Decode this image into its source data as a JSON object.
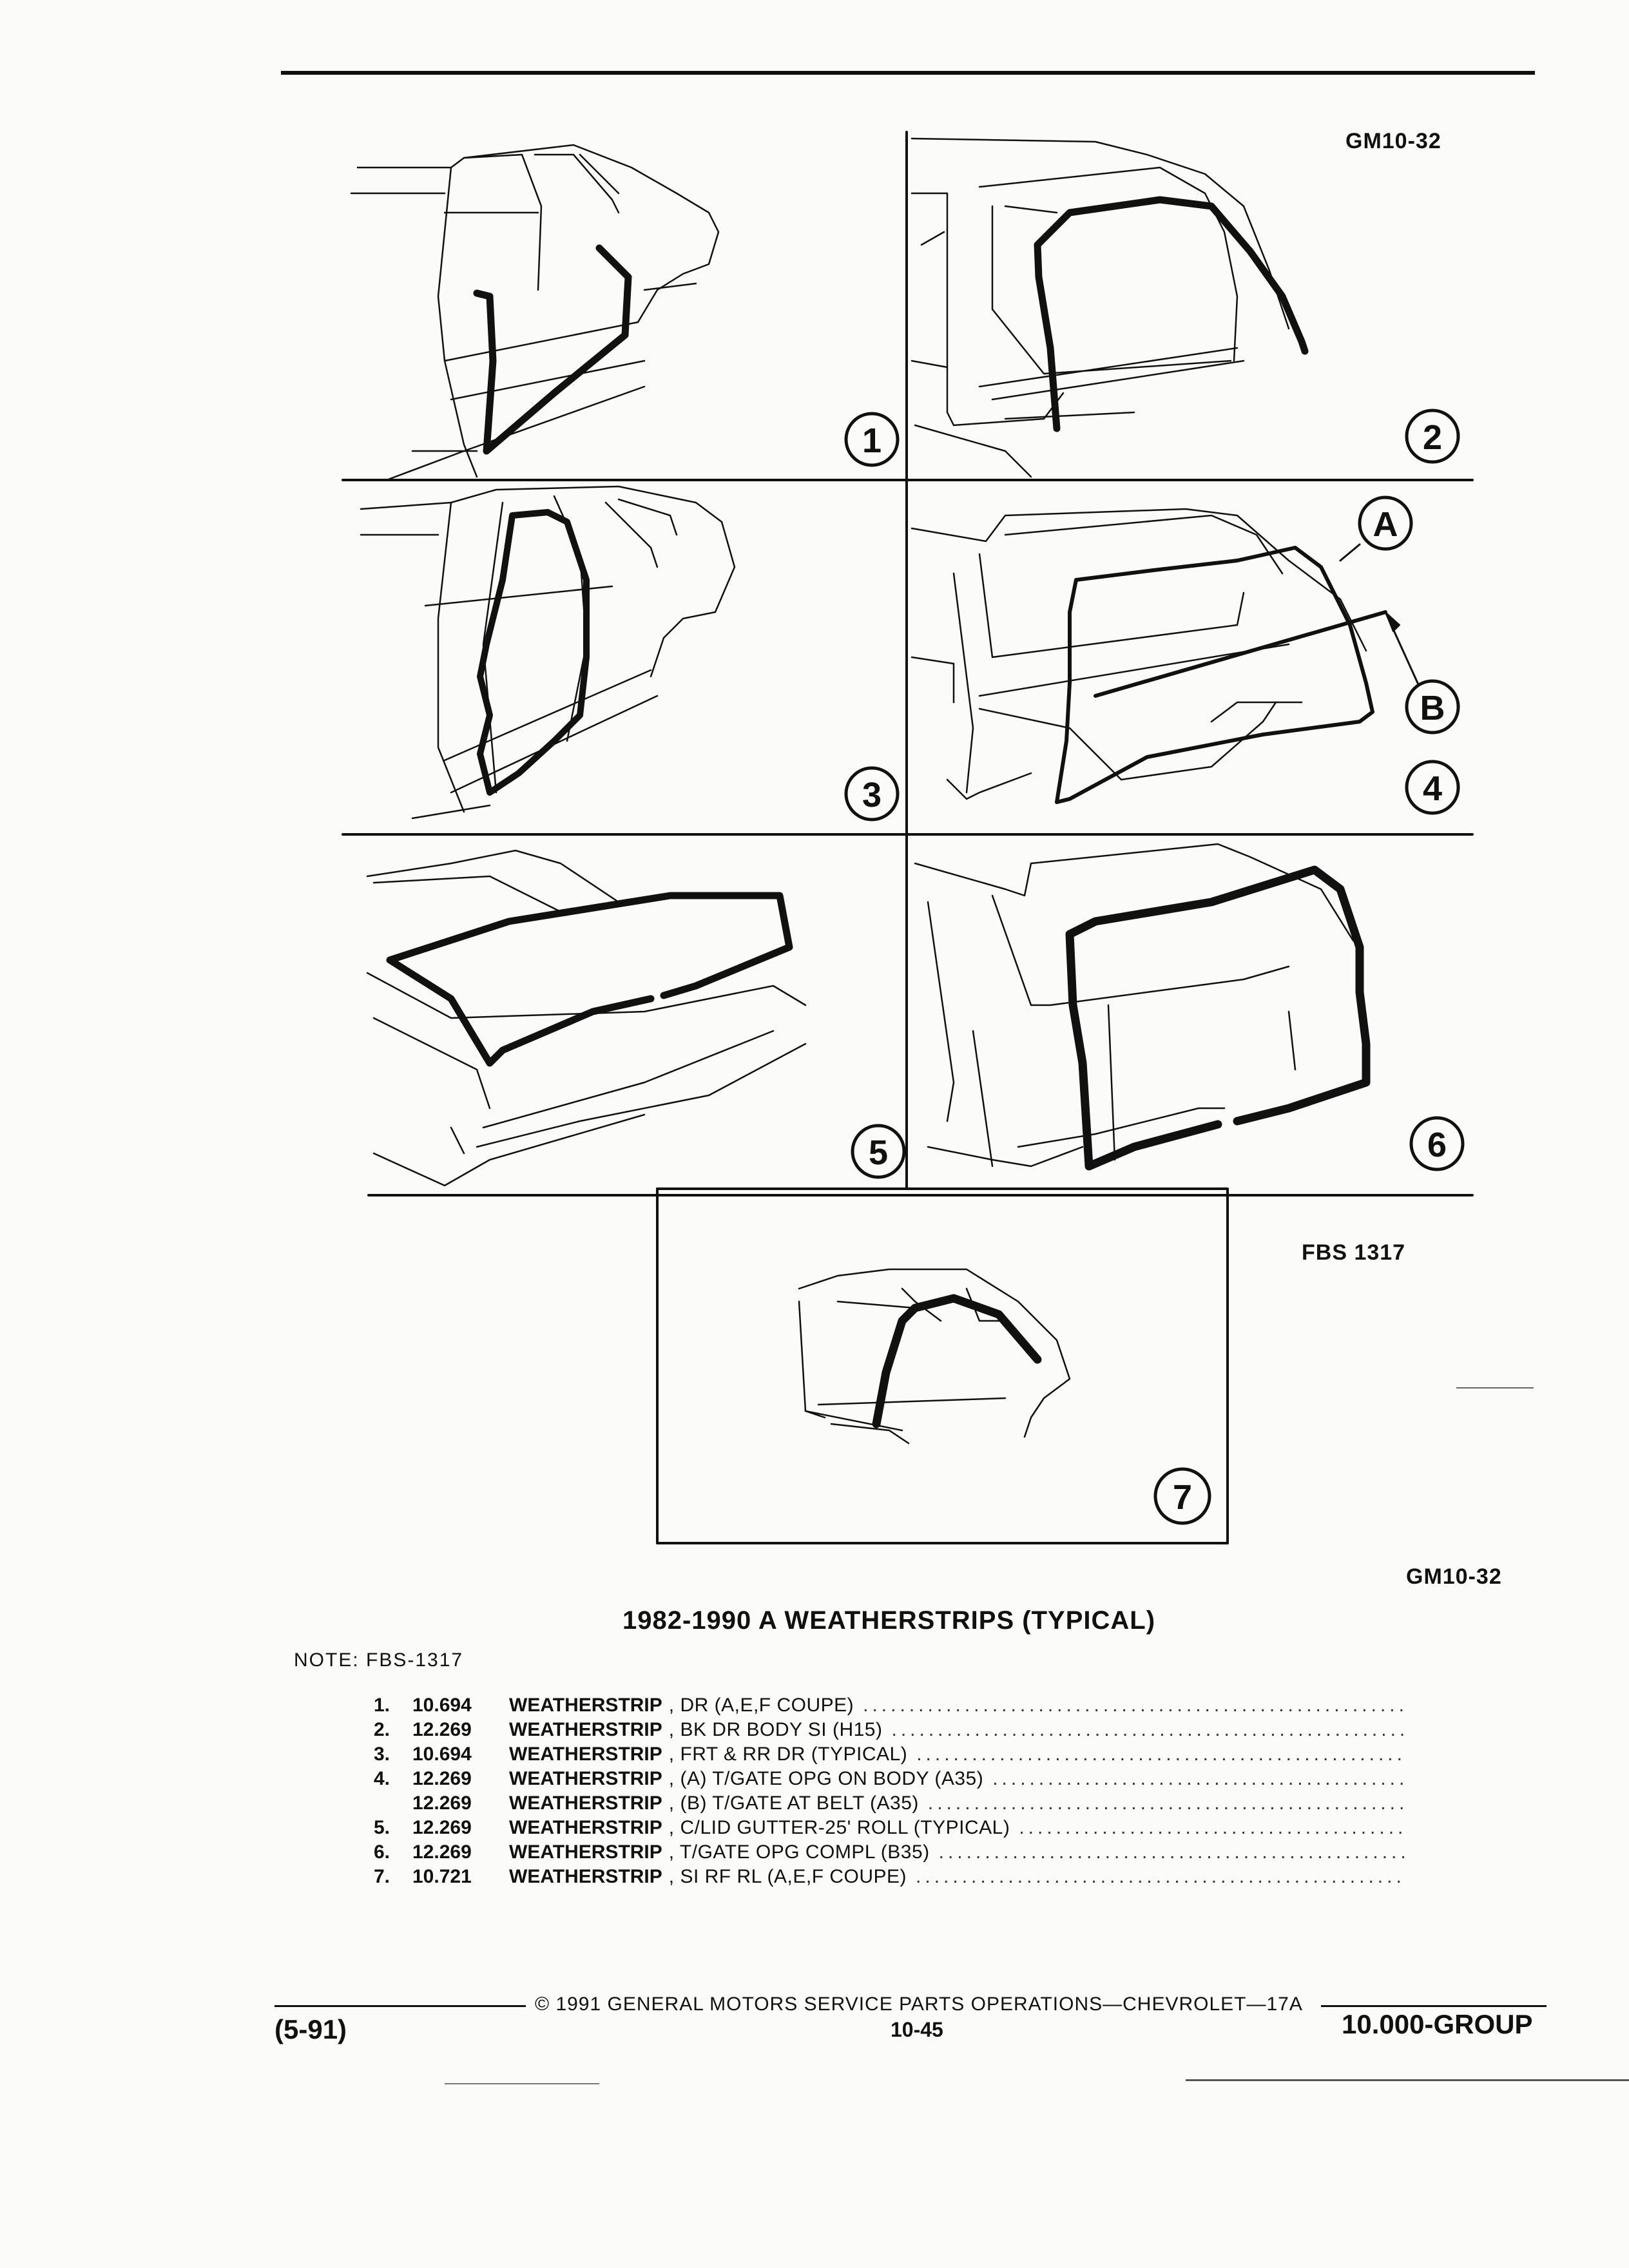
{
  "header": {
    "code_top": "GM10-32"
  },
  "figures": [
    {
      "label": "1"
    },
    {
      "label": "2"
    },
    {
      "label": "3"
    },
    {
      "label": "4"
    },
    {
      "label": "5"
    },
    {
      "label": "6"
    },
    {
      "label": "7"
    }
  ],
  "callouts": {
    "a": "A",
    "b": "B"
  },
  "fbs_code": "FBS 1317",
  "code_bottom": "GM10-32",
  "title": "1982-1990 A WEATHERSTRIPS (TYPICAL)",
  "note": "NOTE:  FBS-1317",
  "parts": [
    {
      "num": "1.",
      "pn": "10.694",
      "name": "WEATHERSTRIP",
      "desc": ", DR (A,E,F COUPE)"
    },
    {
      "num": "2.",
      "pn": "12.269",
      "name": "WEATHERSTRIP",
      "desc": ", BK DR BODY SI (H15)"
    },
    {
      "num": "3.",
      "pn": "10.694",
      "name": "WEATHERSTRIP",
      "desc": ", FRT & RR DR (TYPICAL)"
    },
    {
      "num": "4.",
      "pn": "12.269",
      "name": "WEATHERSTRIP",
      "desc": ", (A) T/GATE OPG ON BODY (A35)"
    },
    {
      "num": "",
      "pn": "12.269",
      "name": "WEATHERSTRIP",
      "desc": ", (B) T/GATE AT BELT (A35)"
    },
    {
      "num": "5.",
      "pn": "12.269",
      "name": "WEATHERSTRIP",
      "desc": ", C/LID GUTTER-25' ROLL (TYPICAL)"
    },
    {
      "num": "6.",
      "pn": "12.269",
      "name": "WEATHERSTRIP",
      "desc": ", T/GATE OPG COMPL (B35)"
    },
    {
      "num": "7.",
      "pn": "10.721",
      "name": "WEATHERSTRIP",
      "desc": ", SI RF RL (A,E,F COUPE)"
    }
  ],
  "footer": {
    "copyright": "© 1991 GENERAL MOTORS SERVICE PARTS OPERATIONS—CHEVROLET—17A",
    "date": "(5-91)",
    "page": "10-45",
    "group": "10.000-GROUP"
  }
}
